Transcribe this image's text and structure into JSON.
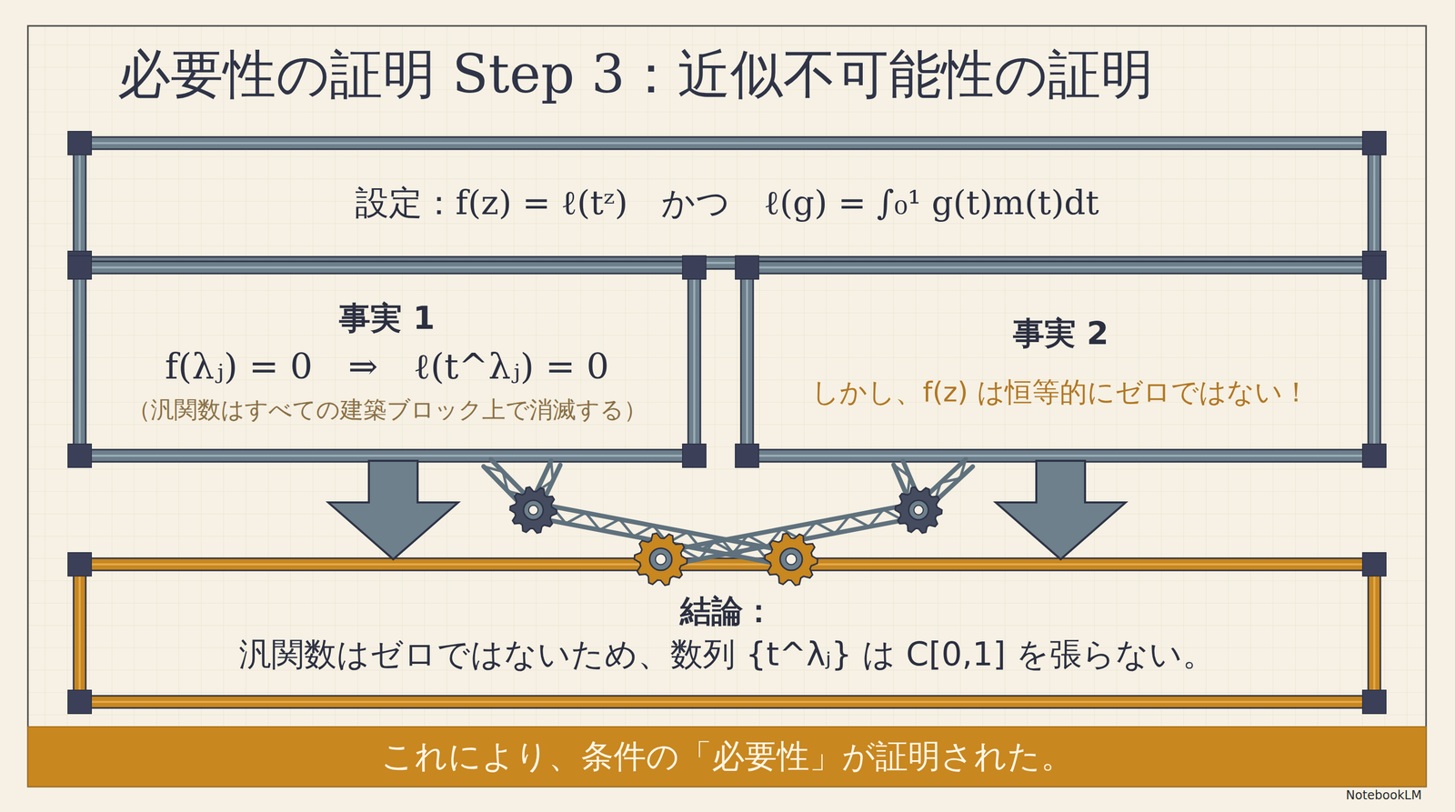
{
  "diagram": {
    "title": "必要性の証明 Step 3：近似不可能性の証明",
    "nodes": [
      {
        "text": [
          "設定：f(z) = ℓ(tᶻ)　かつ　ℓ(g) = ∫₀¹ g(t)m(t)dt"
        ]
      },
      {
        "text": [
          "事実 1",
          "f(λⱼ) = 0　⇒　ℓ(t^λⱼ) = 0",
          "（汎関数はすべての建築ブロック上で消滅する）"
        ]
      },
      {
        "text": [
          "事実 2",
          "しかし、f(z) は恒等的にゼロではない！"
        ]
      },
      {
        "text": [
          "結論：",
          "汎関数はゼロではないため、数列 {t^λⱼ} は C[0,1] を張らない。"
        ]
      },
      {
        "text": [
          "これにより、条件の「必要性」が証明された。"
        ]
      }
    ],
    "edges": [
      {
        "from": 1,
        "to": 3,
        "arrow": "to"
      },
      {
        "from": 2,
        "to": 3,
        "arrow": "to"
      }
    ],
    "labels": [
      "NotebookLM"
    ]
  }
}
